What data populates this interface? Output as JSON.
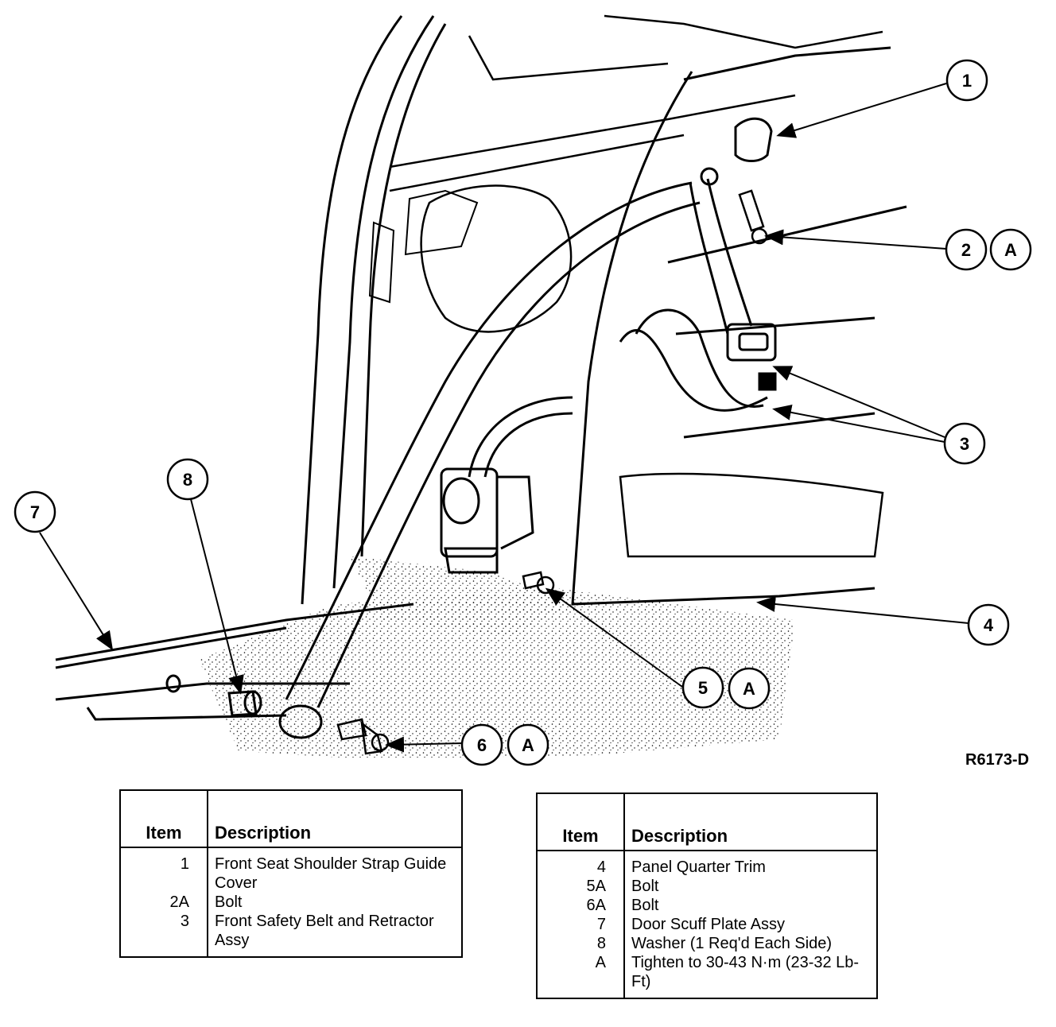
{
  "figure_id": "R6173-D",
  "callouts": [
    {
      "id": "c1",
      "label": "1"
    },
    {
      "id": "c2",
      "label": "2",
      "sub": "A"
    },
    {
      "id": "c3",
      "label": "3"
    },
    {
      "id": "c4",
      "label": "4"
    },
    {
      "id": "c5",
      "label": "5",
      "sub": "A"
    },
    {
      "id": "c6",
      "label": "6",
      "sub": "A"
    },
    {
      "id": "c7",
      "label": "7"
    },
    {
      "id": "c8",
      "label": "8"
    }
  ],
  "legend_left": {
    "header_item": "Item",
    "header_desc": "Description",
    "rows": [
      {
        "item": "1",
        "desc": "Front Seat Shoulder Strap Guide Cover"
      },
      {
        "item": "2A",
        "desc": "Bolt"
      },
      {
        "item": "3",
        "desc": "Front Safety Belt and Retractor Assy"
      }
    ]
  },
  "legend_right": {
    "header_item": "Item",
    "header_desc": "Description",
    "rows": [
      {
        "item": "4",
        "desc": "Panel Quarter Trim"
      },
      {
        "item": "5A",
        "desc": "Bolt"
      },
      {
        "item": "6A",
        "desc": "Bolt"
      },
      {
        "item": "7",
        "desc": "Door Scuff Plate Assy"
      },
      {
        "item": "8",
        "desc": "Washer (1 Req'd Each Side)"
      },
      {
        "item": "A",
        "desc": "Tighten to 30-43 N·m (23-32 Lb-Ft)"
      }
    ]
  }
}
